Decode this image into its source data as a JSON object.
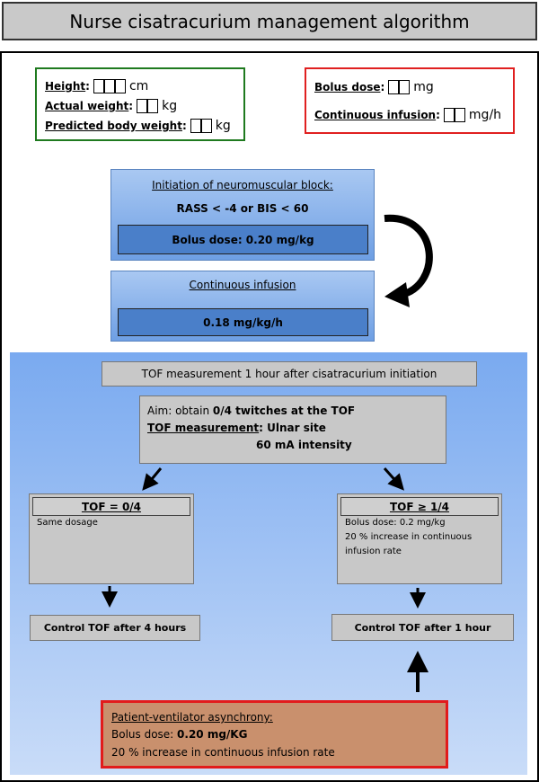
{
  "title": "Nurse cisatracurium management algorithm",
  "patient_info": {
    "height_label": "Height",
    "height_colon": ":",
    "height_unit": "cm",
    "actual_weight_label": "Actual weight",
    "actual_weight_colon": ":",
    "actual_weight_unit": "kg",
    "pbw_label": "Predicted body weight",
    "pbw_colon": ":",
    "pbw_unit": "kg"
  },
  "dose_info": {
    "bolus_label": "Bolus dose",
    "bolus_colon": ":",
    "bolus_unit": "mg",
    "infusion_label": "Continuous infusion",
    "infusion_colon": ":",
    "infusion_unit": "mg/h"
  },
  "initiation": {
    "heading": "Initiation of neuromuscular block:",
    "criteria": "RASS < -4 or BIS < 60",
    "bolus": "Bolus dose: 0.20 mg/kg"
  },
  "continuous": {
    "heading": "Continuous infusion",
    "rate": "0.18 mg/kg/h"
  },
  "tof_measurement_title": "TOF measurement 1 hour after cisatracurium initiation",
  "aim": {
    "aim_prefix": "Aim: obtain ",
    "aim_bold": "0/4 twitches at the TOF",
    "tof_label": "TOF measurement",
    "tof_sep": ": ",
    "site": "Ulnar site",
    "intensity": "60 mA intensity"
  },
  "left_branch": {
    "header": "TOF = 0/4",
    "text": "Same dosage",
    "control": "Control TOF after 4 hours"
  },
  "right_branch": {
    "header": "TOF ≥ 1/4",
    "line1": "Bolus dose: 0.2 mg/kg",
    "line2": "20 % increase in continuous",
    "line3": "infusion rate",
    "control": "Control TOF after 1 hour"
  },
  "asynchrony": {
    "heading": "Patient-ventilator asynchrony:",
    "bolus_prefix": "Bolus dose: ",
    "bolus_value": "0.20 mg/KG",
    "increase": "20 % increase in continuous infusion rate"
  }
}
